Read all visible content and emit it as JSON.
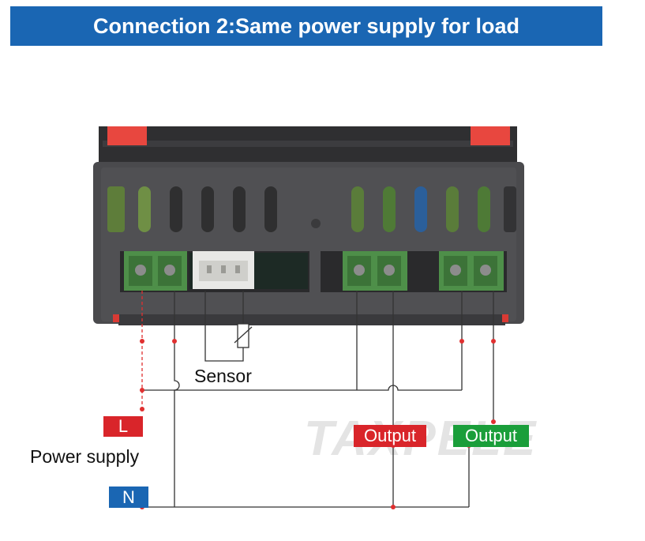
{
  "header": {
    "title": "Connection 2:Same power supply for load"
  },
  "labels": {
    "sensor": "Sensor",
    "power_supply": "Power supply",
    "line": "L",
    "neutral": "N",
    "output_1": "Output",
    "output_2": "Output"
  },
  "watermark": "TAXPELE",
  "colors": {
    "banner": "#1a66b3",
    "line_tag": "#d9252a",
    "neutral_tag": "#1a66b3",
    "output_1_tag": "#d9252a",
    "output_2_tag": "#1a9e3a",
    "red_wire": "#e03030",
    "terminal_green": "#4e8f49",
    "housing": "#4a4a4d"
  }
}
